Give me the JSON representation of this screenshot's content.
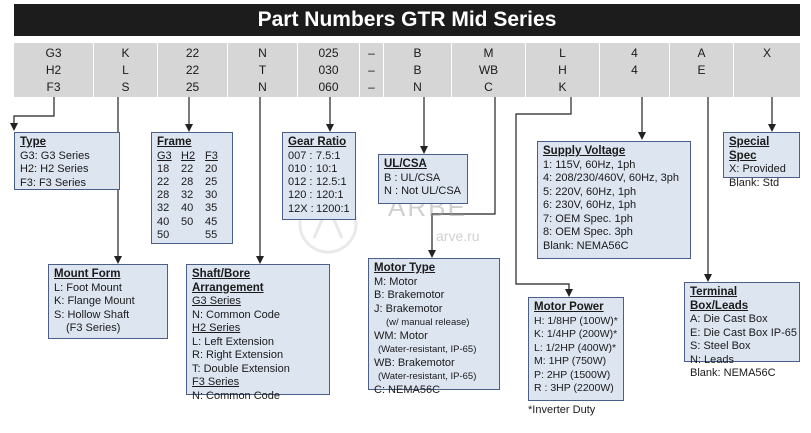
{
  "title": "Part Numbers GTR Mid Series",
  "code_table": {
    "columns": [
      [
        "G3",
        "H2",
        "F3"
      ],
      [
        "K",
        "L",
        "S"
      ],
      [
        "22",
        "22",
        "25"
      ],
      [
        "N",
        "T",
        "N"
      ],
      [
        "025",
        "030",
        "060"
      ],
      [
        "–",
        "–",
        "–"
      ],
      [
        "B",
        "B",
        "N"
      ],
      [
        "M",
        "WB",
        "C"
      ],
      [
        "L",
        "H",
        "K"
      ],
      [
        "4",
        "4",
        ""
      ],
      [
        "A",
        "E",
        ""
      ],
      [
        "X",
        "",
        ""
      ]
    ]
  },
  "type_box": {
    "title": "Type",
    "lines": [
      "G3: G3 Series",
      "H2: H2 Series",
      "F3: F3 Series"
    ]
  },
  "mount_box": {
    "title": "Mount Form",
    "lines": [
      "L: Foot Mount",
      "K: Flange Mount",
      "S: Hollow Shaft",
      "(F3 Series)"
    ]
  },
  "frame_box": {
    "title": "Frame",
    "headers": [
      "G3",
      "H2",
      "F3"
    ],
    "rows": [
      [
        "18",
        "22",
        "20"
      ],
      [
        "22",
        "28",
        "25"
      ],
      [
        "28",
        "32",
        "30"
      ],
      [
        "32",
        "40",
        "35"
      ],
      [
        "40",
        "50",
        "45"
      ],
      [
        "50",
        "",
        "55"
      ]
    ]
  },
  "gear_box": {
    "title": "Gear Ratio",
    "rows": [
      [
        "007 :",
        "7.5:1"
      ],
      [
        "010 :",
        "10:1"
      ],
      [
        "012 :",
        "12.5:1"
      ],
      [
        "120 :",
        "120:1"
      ],
      [
        "12X :",
        "1200:1"
      ]
    ]
  },
  "shaft_box": {
    "title": "Shaft/Bore Arrangement",
    "g3_series": "G3 Series",
    "g3_lines": [
      "N: Common Code"
    ],
    "h2_series": "H2 Series",
    "h2_lines": [
      "L: Left Extension",
      "R: Right Extension",
      "T: Double Extension"
    ],
    "f3_series": "F3 Series",
    "f3_lines": [
      "N: Common Code"
    ]
  },
  "ul_box": {
    "title": "UL/CSA",
    "lines": [
      "B : UL/CSA",
      "N : Not UL/CSA"
    ]
  },
  "motor_type_box": {
    "title": "Motor Type",
    "lines": [
      {
        "text": "M: Motor",
        "indent": 0
      },
      {
        "text": "B: Brakemotor",
        "indent": 0
      },
      {
        "text": "J: Brakemotor",
        "indent": 0
      },
      {
        "text": "(w/ manual release)",
        "indent": 1
      },
      {
        "text": "WM: Motor",
        "indent": 0
      },
      {
        "text": "(Water-resistant, IP-65)",
        "indent": 1
      },
      {
        "text": "WB: Brakemotor",
        "indent": 0
      },
      {
        "text": "(Water-resistant, IP-65)",
        "indent": 1
      },
      {
        "text": "C: NEMA56C",
        "indent": 0
      }
    ]
  },
  "supply_box": {
    "title": "Supply Voltage",
    "lines": [
      "1: 115V, 60Hz, 1ph",
      "4: 208/230/460V, 60Hz, 3ph",
      "5: 220V, 60Hz, 1ph",
      "6: 230V, 60Hz, 1ph",
      "7: OEM Spec. 1ph",
      "8: OEM Spec. 3ph",
      "Blank: NEMA56C"
    ]
  },
  "motor_power_box": {
    "title": "Motor Power",
    "lines": [
      "H: 1/8HP (100W)*",
      "K: 1/4HP (200W)*",
      "L: 1/2HP (400W)*",
      "M: 1HP (750W)",
      "P: 2HP (1500W)",
      "R : 3HP (2200W)"
    ]
  },
  "special_box": {
    "title": "Special Spec",
    "lines": [
      "X: Provided",
      "Blank: Std"
    ]
  },
  "terminal_box": {
    "title": "Terminal Box/Leads",
    "lines": [
      "A: Die Cast Box",
      "E: Die Cast Box IP-65",
      "S: Steel Box",
      "N: Leads",
      "Blank: NEMA56C"
    ]
  },
  "footnote": "*Inverter Duty",
  "watermark": {
    "text": "ARBE",
    "sub": "arve.ru"
  }
}
